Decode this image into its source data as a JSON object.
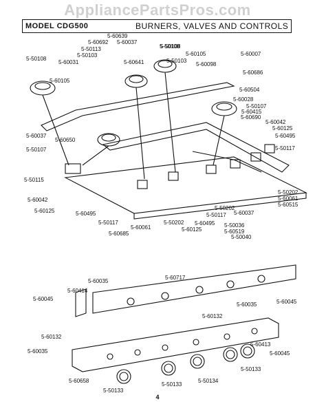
{
  "watermark": "AppliancePartsPros.com",
  "header": {
    "model": "MODEL CDG500",
    "title": "BURNERS, VALVES AND CONTROLS"
  },
  "page_number": "4",
  "labels_top": [
    "5-60639",
    "5-60692",
    "5-60037",
    "5-50113",
    "5-50103",
    "5-50108",
    "5-60641",
    "5-50108",
    "5-60105",
    "5-50103",
    "5-60098",
    "5-60007",
    "5-60686",
    "5-50108",
    "5-60031",
    "5-60105",
    "5-60504",
    "5-60028",
    "5-50107",
    "5-60415",
    "5-60690",
    "5-60042",
    "5-60125",
    "5-60495",
    "5-50117",
    "5-60037",
    "5-60650",
    "5-50107",
    "5-50115",
    "5-60042",
    "5-50202",
    "5-60061",
    "5-60515",
    "5-60125",
    "5-60495",
    "5-50117",
    "5-60061",
    "5-60685",
    "5-50202",
    "5-60125",
    "5-60495",
    "5-50117",
    "5-50202",
    "5-60037",
    "5-50036",
    "5-60519",
    "5-50040"
  ],
  "labels_bottom": [
    "5-60035",
    "5-60717",
    "5-60414",
    "5-60045",
    "5-60132",
    "5-60035",
    "5-60045",
    "5-60132",
    "5-60035",
    "5-60413",
    "5-60045",
    "5-60658",
    "5-50133",
    "5-50133",
    "5-50134",
    "5-50133"
  ]
}
